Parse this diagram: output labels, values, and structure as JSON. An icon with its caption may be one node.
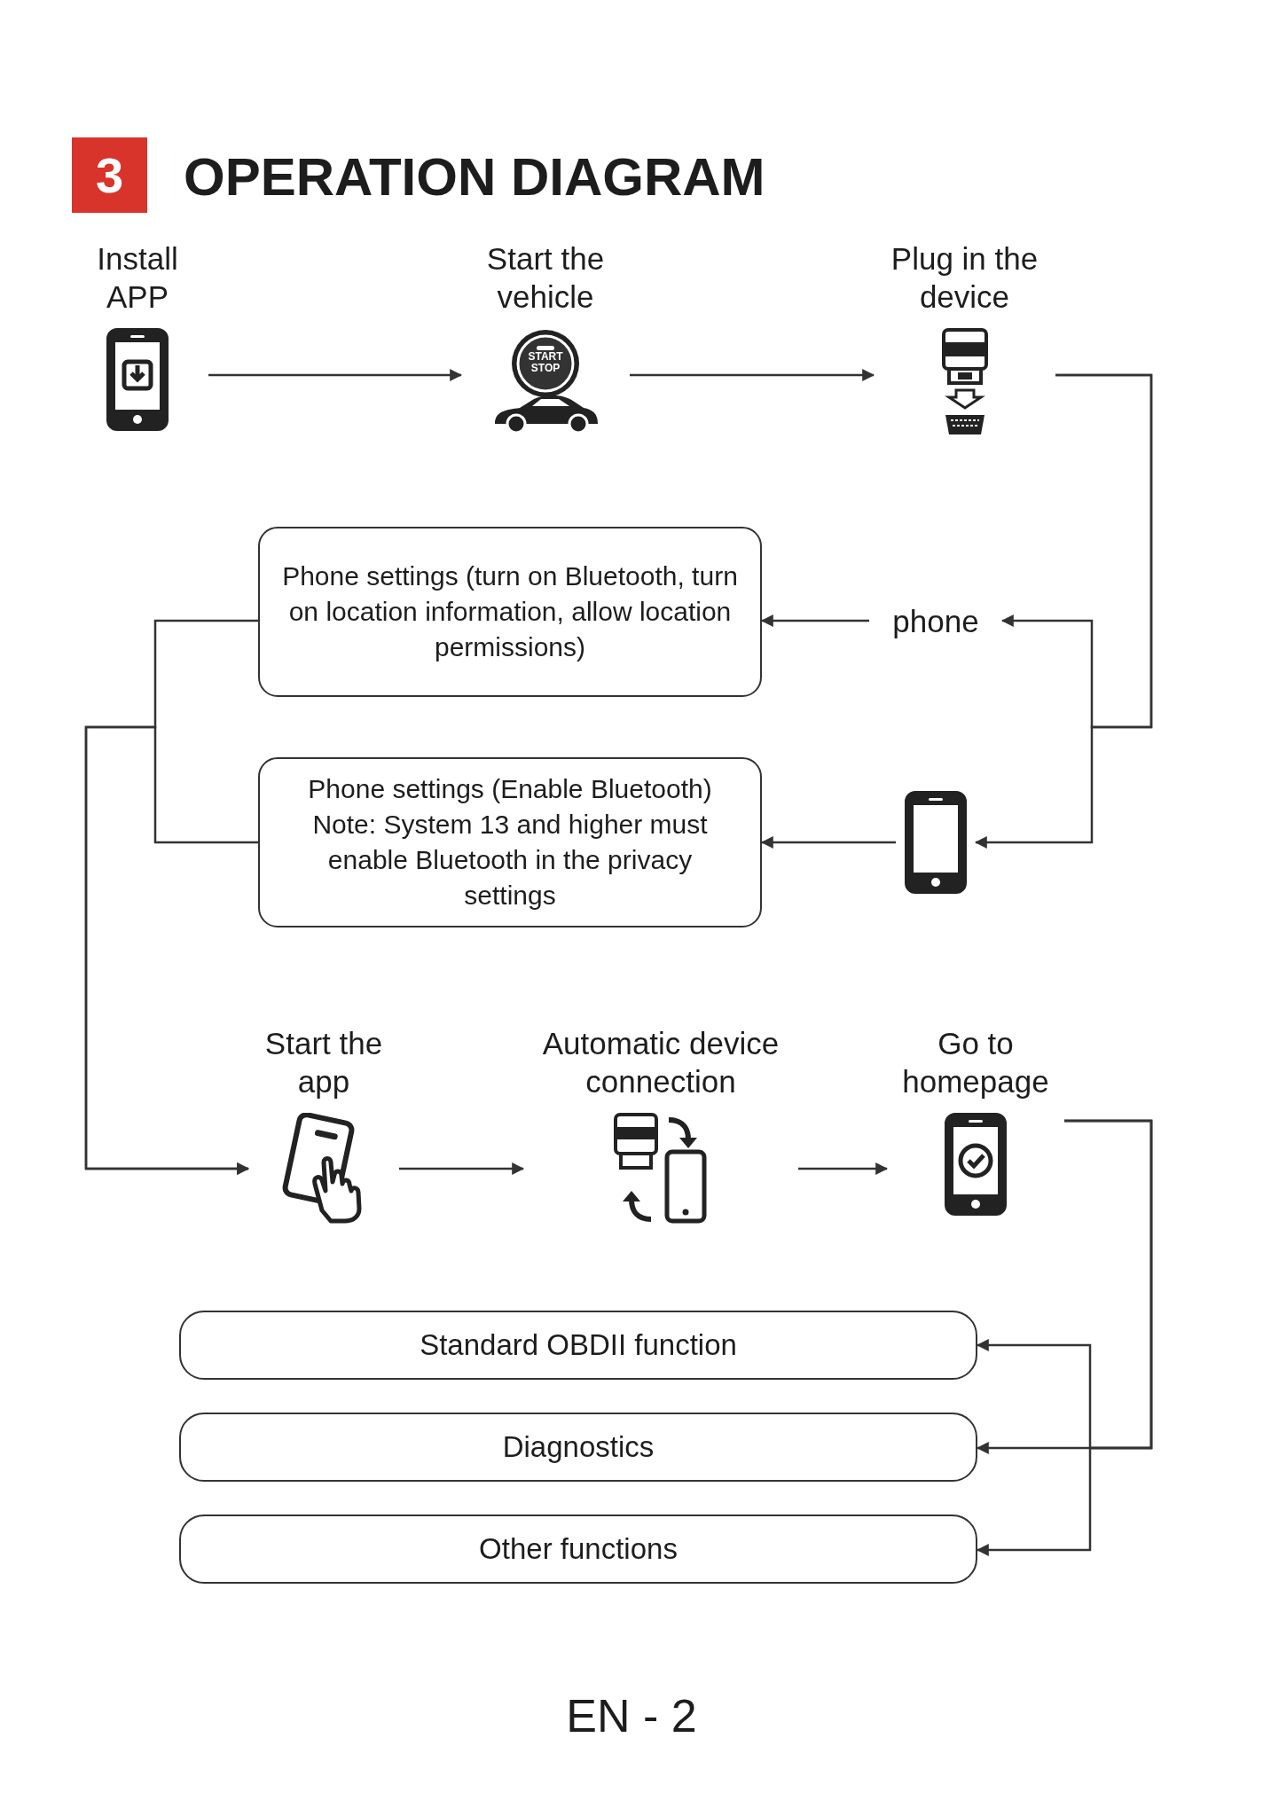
{
  "diagram": {
    "title": "OPERATION DIAGRAM",
    "nodes": [
      {
        "text": [
          "Install APP"
        ]
      },
      {
        "text": [
          "Start the vehicle"
        ]
      },
      {
        "text": [
          "Plug in the device"
        ]
      },
      {
        "text": [
          "Phone settings (turn on Bluetooth, turn on location information, allow location permissions)"
        ]
      },
      {
        "text": [
          "phone"
        ]
      },
      {
        "text": [
          "Phone settings (Enable Bluetooth) Note: System 13 and higher must enable Bluetooth in the privacy settings"
        ]
      },
      {
        "text": [],
        "shape": "phone"
      },
      {
        "text": [
          "Start the app"
        ]
      },
      {
        "text": [
          "Automatic device connection"
        ]
      },
      {
        "text": [
          "Go to homepage"
        ]
      },
      {
        "text": [
          "Standard OBDII function"
        ]
      },
      {
        "text": [
          "Diagnostics"
        ]
      },
      {
        "text": [
          "Other functions"
        ]
      }
    ],
    "edges": [
      {
        "from": 0,
        "to": 1,
        "arrow": "to"
      },
      {
        "from": 1,
        "to": 2,
        "arrow": "to"
      },
      {
        "from": 2,
        "to": 4,
        "arrow": "to"
      },
      {
        "from": 2,
        "to": 6,
        "arrow": "to"
      },
      {
        "from": 4,
        "to": 3,
        "arrow": "to"
      },
      {
        "from": 6,
        "to": 5,
        "arrow": "to"
      },
      {
        "from": 3,
        "to": 7,
        "arrow": "to"
      },
      {
        "from": 5,
        "to": 7,
        "arrow": "to"
      },
      {
        "from": 7,
        "to": 8,
        "arrow": "to"
      },
      {
        "from": 8,
        "to": 9,
        "arrow": "to"
      },
      {
        "from": 9,
        "to": 10,
        "arrow": "to"
      },
      {
        "from": 9,
        "to": 11,
        "arrow": "to"
      },
      {
        "from": 9,
        "to": 12,
        "arrow": "to"
      }
    ],
    "labels": [
      "3",
      "START",
      "STOP",
      "EN - 2"
    ]
  }
}
